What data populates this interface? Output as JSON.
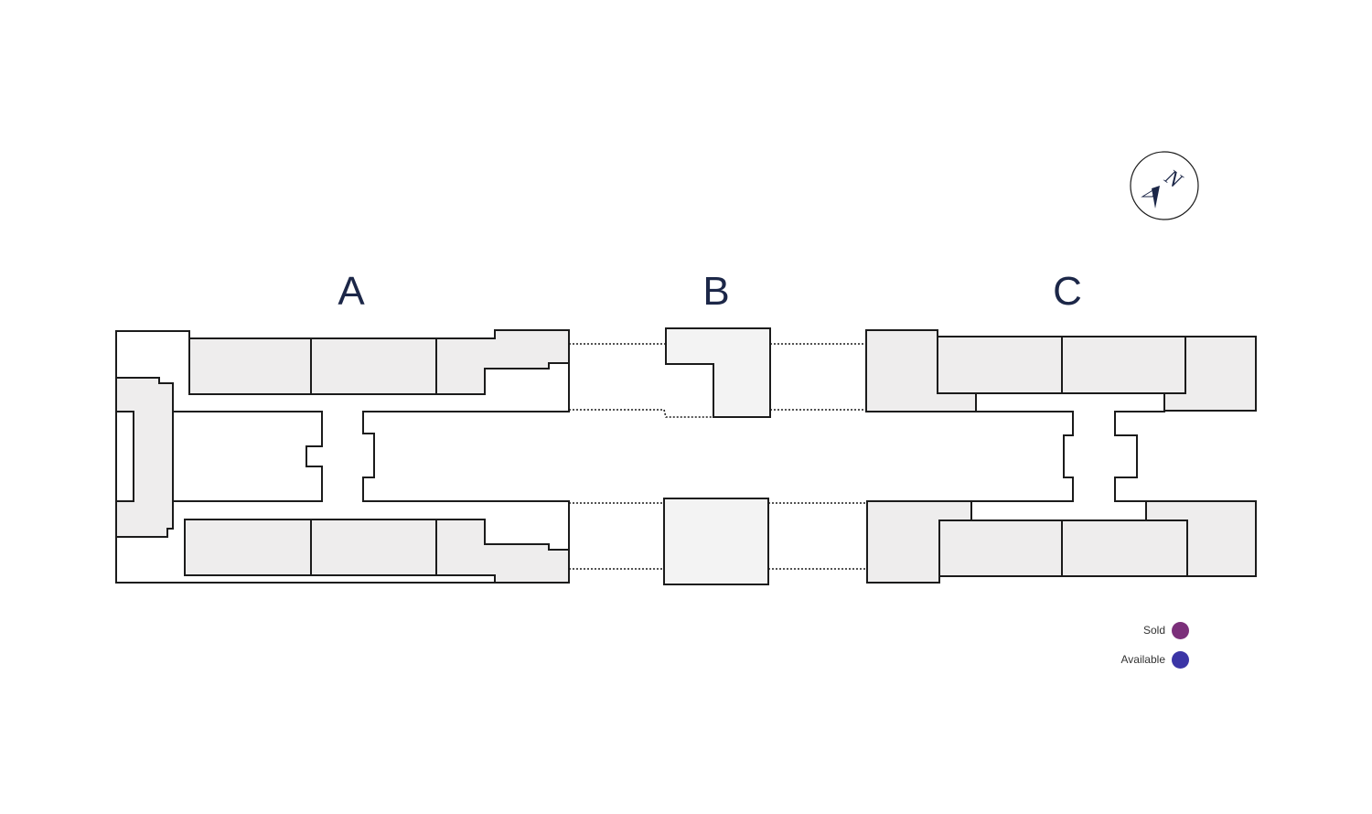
{
  "buildings": [
    {
      "id": "A",
      "label": "A"
    },
    {
      "id": "B",
      "label": "B"
    },
    {
      "id": "C",
      "label": "C"
    }
  ],
  "compass": {
    "letter": "N",
    "icon": "north-arrow-icon"
  },
  "legend": [
    {
      "label": "Sold",
      "color": "#7b2f7a"
    },
    {
      "label": "Available",
      "color": "#3b35a6"
    }
  ],
  "colors": {
    "unit_fill": "#eeeded",
    "outline": "#1b1b1b",
    "label": "#1c2748"
  }
}
